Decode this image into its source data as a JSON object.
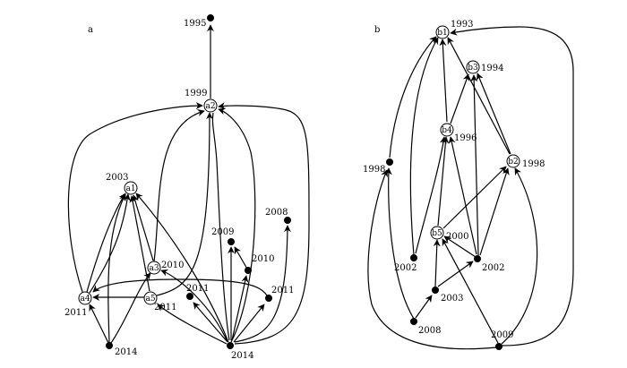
{
  "panels": [
    {
      "id": "a",
      "label": "a",
      "nodes": [
        {
          "id": "a-top",
          "year": "1995",
          "type": "filled"
        },
        {
          "id": "a2",
          "name": "a2",
          "year": "1999",
          "type": "open"
        },
        {
          "id": "a1",
          "name": "a1",
          "year": "2003",
          "type": "open"
        },
        {
          "id": "a-2008",
          "year": "2008",
          "type": "filled"
        },
        {
          "id": "a-2009",
          "year": "2009",
          "type": "filled"
        },
        {
          "id": "a-2010",
          "year": "2010",
          "type": "filled"
        },
        {
          "id": "a3",
          "name": "a3",
          "year": "2010",
          "type": "open"
        },
        {
          "id": "a4",
          "name": "a4",
          "year": "2011",
          "type": "open"
        },
        {
          "id": "a5",
          "name": "a5",
          "year": "2011",
          "type": "open"
        },
        {
          "id": "a-2011c",
          "year": "2011",
          "type": "filled"
        },
        {
          "id": "a-2011r",
          "year": "2011",
          "type": "filled"
        },
        {
          "id": "a-2014l",
          "year": "2014",
          "type": "filled"
        },
        {
          "id": "a-2014m",
          "year": "2014",
          "type": "filled"
        }
      ]
    },
    {
      "id": "b",
      "label": "b",
      "nodes": [
        {
          "id": "b1",
          "name": "b1",
          "year": "1993",
          "type": "open"
        },
        {
          "id": "b3",
          "name": "b3",
          "year": "1994",
          "type": "open"
        },
        {
          "id": "b4",
          "name": "b4",
          "year": "1996",
          "type": "open"
        },
        {
          "id": "b2",
          "name": "b2",
          "year": "1998",
          "type": "open"
        },
        {
          "id": "b-1998",
          "year": "1998",
          "type": "filled"
        },
        {
          "id": "b5",
          "name": "b5",
          "year": "2000",
          "type": "open"
        },
        {
          "id": "b-2002l",
          "year": "2002",
          "type": "filled"
        },
        {
          "id": "b-2002r",
          "year": "2002",
          "type": "filled"
        },
        {
          "id": "b-2003",
          "year": "2003",
          "type": "filled"
        },
        {
          "id": "b-2008",
          "year": "2008",
          "type": "filled"
        },
        {
          "id": "b-2009",
          "year": "2009",
          "type": "filled"
        }
      ]
    }
  ]
}
